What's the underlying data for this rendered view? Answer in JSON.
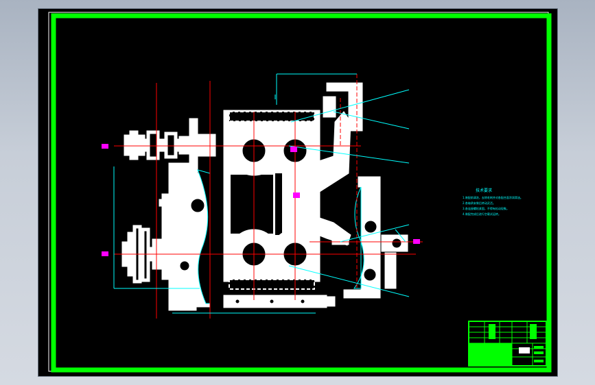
{
  "drawing": {
    "background_color": "#000000",
    "border_color": "#00ff00",
    "part_color": "#ffffff",
    "centerline_color": "#ff0000",
    "dimension_color": "#00ffff",
    "marker_color": "#ff00ff",
    "tech_notes": {
      "title": "技术要求",
      "lines": [
        "1.装配前清洗，去除毛刺并对各配合面涂润滑油。",
        "2.各轴承安装后转动灵活。",
        "3.各连接螺栓紧固，不得有松动现象。",
        "4.装配完成后进行空载试运转。"
      ]
    },
    "title_block": {
      "header_cells": [
        "",
        "",
        "",
        "",
        "",
        ""
      ]
    }
  }
}
